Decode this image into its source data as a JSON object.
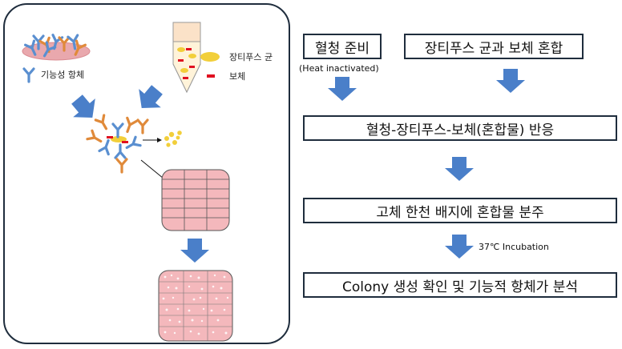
{
  "left_panel": {
    "legend_bacteria": "장티푸스 균",
    "legend_complement": "보체",
    "antibody_label": "기능성 항체"
  },
  "flow": {
    "box_serum": "혈청 준비",
    "box_serum_note": "(Heat inactivated)",
    "box_mix": "장티푸스 균과 보체 혼합",
    "box_reaction": "혈청-장티푸스-보체(혼합물) 반응",
    "box_plate": "고체 한천 배지에 혼합물 분주",
    "incubation": "37℃ Incubation",
    "box_result": "Colony 생성 확인 및 기능적 항체가 분석"
  },
  "colors": {
    "arrow": "#4a7fc9",
    "antibody_blue": "#5a8fd0",
    "antibody_orange": "#e08a3a",
    "complement_red": "#e01020",
    "bacteria_yellow": "#f2cf3a",
    "plate_pink": "#f4b8bc",
    "border": "#1f2d3d"
  }
}
